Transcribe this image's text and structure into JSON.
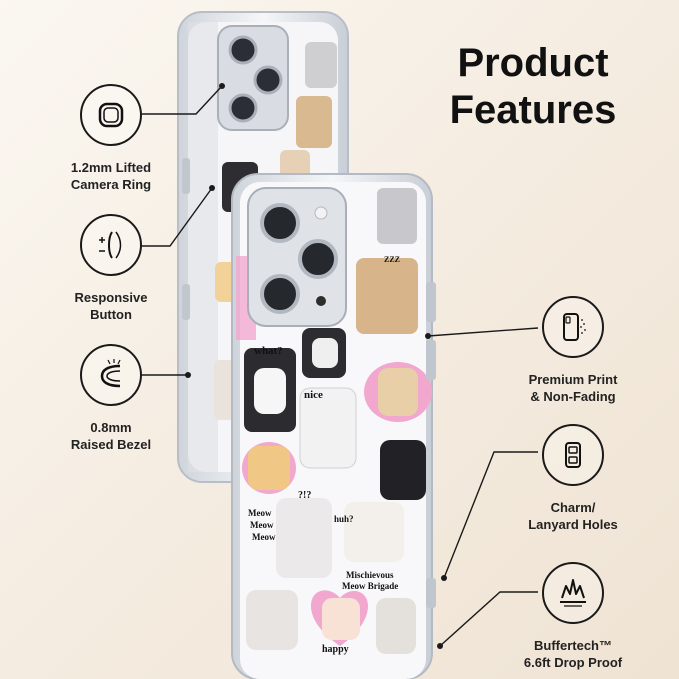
{
  "title": {
    "line1": "Product",
    "line2": "Features"
  },
  "features": {
    "camera_ring": {
      "line1": "1.2mm Lifted",
      "line2": "Camera Ring"
    },
    "responsive_button": {
      "line1": "Responsive",
      "line2": "Button"
    },
    "raised_bezel": {
      "line1": "0.8mm",
      "line2": "Raised Bezel"
    },
    "premium_print": {
      "line1": "Premium Print",
      "line2": "& Non-Fading"
    },
    "lanyard_holes": {
      "line1": "Charm/",
      "line2": "Lanyard Holes"
    },
    "drop_proof": {
      "line1": "Buffertech™",
      "line2": "6.6ft Drop Proof"
    }
  },
  "stickers": {
    "what": "what?",
    "nice": "nice",
    "meow": "Meow",
    "huh": "huh?",
    "mischievous_1": "Mischievous",
    "mischievous_2": "Meow Brigade",
    "happy": "happy",
    "zzz": "ZZZ",
    "question": "?!?"
  },
  "colors": {
    "text": "#111111",
    "accent_pink": "#f2a7cf",
    "case_frame": "#e6e9ee"
  }
}
